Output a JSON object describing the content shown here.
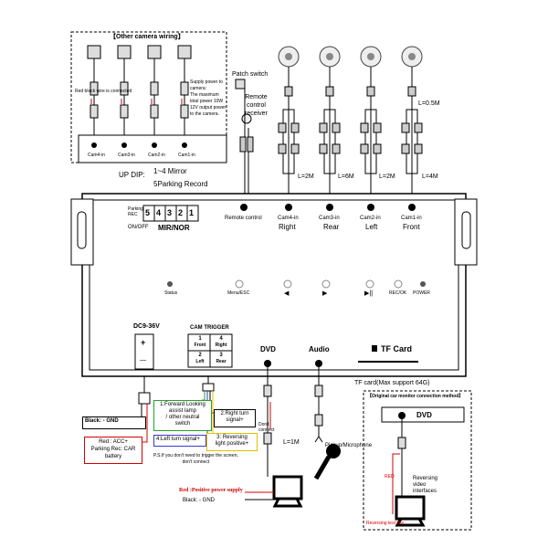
{
  "other_camera": {
    "title": "【Other camera wiring】",
    "red_black_note": "Red black wire is connected",
    "power_note": [
      "Supply power to",
      "camera:",
      "The maximum",
      "total power 10W",
      "12V output power",
      "to the camera."
    ],
    "ports": [
      "Cam4-in",
      "Cam3-in",
      "Cam2-in",
      "Cam1-in"
    ]
  },
  "top": {
    "patch_switch": "Patch switch",
    "remote_receiver": [
      "Remote",
      "control",
      "receiver"
    ],
    "lengths": {
      "l05": "L=0.5M",
      "l2a": "L=2M",
      "l6": "L=6M",
      "l2b": "L=2M",
      "l4": "L=4M"
    },
    "up_dip": "UP DIP:",
    "dip_mirror": "1~4 Mirror",
    "dip_parking": "5Parking Record"
  },
  "device": {
    "parking_label": [
      "Parking",
      "REC"
    ],
    "on_off": "ON/OFF",
    "dip_numbers": [
      "5",
      "4",
      "3",
      "2",
      "1"
    ],
    "mir_nor": "MIR/NOR",
    "remote_control": "Remote control",
    "cams": [
      {
        "port": "Cam4-in",
        "pos": "Right"
      },
      {
        "port": "Cam3-in",
        "pos": "Rear"
      },
      {
        "port": "Cam2-in",
        "pos": "Left"
      },
      {
        "port": "Cam1-in",
        "pos": "Front"
      }
    ],
    "status": "Status",
    "menu_esc": "Menu/ESC",
    "left_arrow": "◀",
    "right_arrow": "▶",
    "play_pause": "▶||",
    "rec_ok": "REC/OK",
    "power": "POWER",
    "dc": "DC9-36V",
    "plus": "+",
    "minus": "—",
    "cam_trigger": "CAM TRIGGER",
    "triggers": [
      {
        "num": "1",
        "pos": "Front"
      },
      {
        "num": "4",
        "pos": "Right"
      },
      {
        "num": "2",
        "pos": "Left"
      },
      {
        "num": "3",
        "pos": "Rear"
      }
    ],
    "dvd": "DVD",
    "audio": "Audio",
    "tf_card": "TF Card",
    "tf_note": "TF card(Max support 64G)"
  },
  "bottom": {
    "black_gnd": "Black: - GND",
    "red_acc": [
      "Red : ACC+",
      "Parking Rec: CAR",
      "battery"
    ],
    "trig1": [
      "1:Forward Looking",
      "assist lamp",
      "/ other neutral",
      "switch"
    ],
    "trig2": [
      "2:Right turn",
      "signal+"
    ],
    "trig4": "4:Left turn signal+",
    "trig3": [
      "3: Reversing",
      "light positive+"
    ],
    "ps_note": [
      "P.S.If you don't need to trigger the screen,",
      "don't connect"
    ],
    "dont_connect": [
      "Don't",
      "connect"
    ],
    "l1m": "L=1M",
    "pickup": "Pickup/Microphone",
    "red_positive": "Red :Positive power supply",
    "black_gnd2": "Black: - GND"
  },
  "original": {
    "title": "【Original car monitor connection method】",
    "dvd": "DVD",
    "red": "RED",
    "rev_video": [
      "Reversing",
      "video",
      "interfaces"
    ],
    "rev_test": "Reversing test line"
  },
  "colors": {
    "red": "#d40000",
    "green": "#2aa02a",
    "blue": "#3a3ad0",
    "yellow": "#e0c000"
  }
}
